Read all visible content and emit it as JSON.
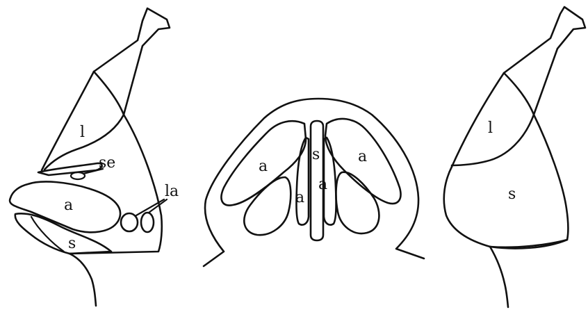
{
  "figure": {
    "panels": [
      {
        "id": "lateral-left",
        "labels": {
          "lateral_cartilage": "l",
          "septal": "se",
          "alar": "a",
          "lesser_alar": "la",
          "skin": "s"
        }
      },
      {
        "id": "basal",
        "labels": {
          "alar_left": "a",
          "alar_right": "a",
          "septum": "s",
          "medial_crus_left": "a",
          "medial_crus_right": "a"
        }
      },
      {
        "id": "lateral-right",
        "labels": {
          "lateral_cartilage": "l",
          "skin": "s"
        }
      }
    ]
  }
}
